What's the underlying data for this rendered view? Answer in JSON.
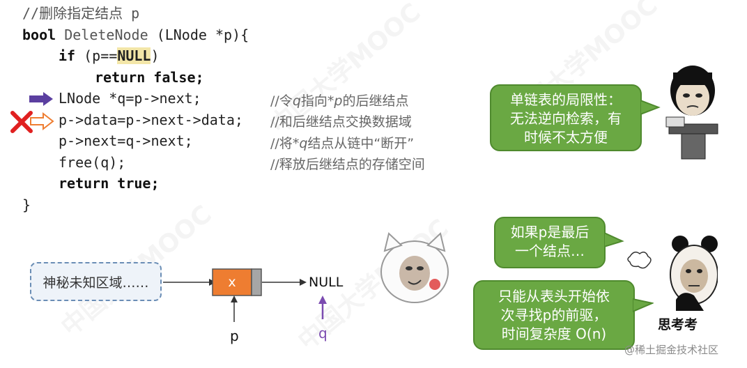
{
  "code": {
    "title": "//删除指定结点 p",
    "line1_bool": "bool",
    "line1_fn": "DeleteNode",
    "line1_params": "(LNode *p){",
    "line2_if": "if",
    "line2_open": "(p==",
    "line2_null": "NULL",
    "line2_close": ")",
    "line3": "return false;",
    "line4": "LNode *q=p->next;",
    "line5": "p->data=p->next->data;",
    "line6": "p->next=q->next;",
    "line7": "free(q);",
    "line8": "return true;",
    "line9": "}"
  },
  "comments": {
    "c1_a": "//令",
    "c1_b": "q",
    "c1_c": "指向",
    "c1_d": "*p",
    "c1_e": "的后继结点",
    "c2": "//和后继结点交换数据域",
    "c3_a": "//将",
    "c3_b": "*q",
    "c3_c": "结点从链中“断开”",
    "c4": "//释放后继结点的存储空间"
  },
  "diagram": {
    "mystery_box": "神秘未知区域……",
    "node_value": "x",
    "null_label": "NULL",
    "pointer_p": "p",
    "pointer_q": "q"
  },
  "bubbles": {
    "b1": [
      "单链表的局限性：",
      "无法逆向检索，有",
      "时候不太方便"
    ],
    "b2": [
      "如果p是最后",
      "一个结点…"
    ],
    "b3": [
      "只能从表头开始依",
      "次寻找p的前驱，",
      "时间复杂度 O(n)"
    ]
  },
  "meme_caption": "思考考",
  "credit": "@稀土掘金技术社区",
  "colors": {
    "bubble_green": "#6aa843",
    "node_orange": "#ee7d31",
    "arrow_purple": "#5b3fa0",
    "cross_red": "#e02020",
    "highlight": "#f3e6a8"
  }
}
